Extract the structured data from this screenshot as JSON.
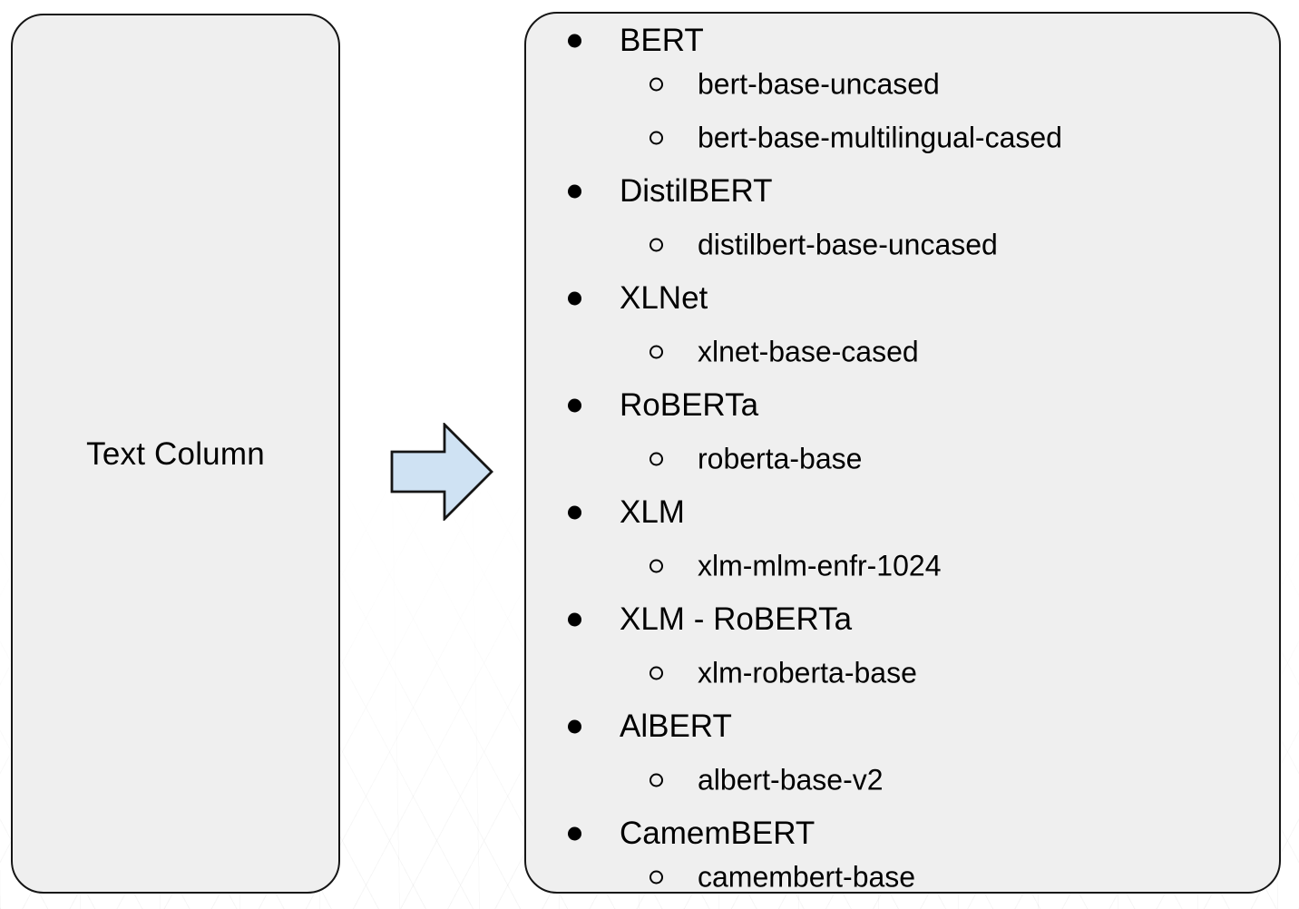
{
  "left_box": {
    "label": "Text Column"
  },
  "arrow": {
    "direction": "right",
    "fill_color": "#cfe2f3",
    "border_color": "#151515"
  },
  "right_box": {
    "groups": [
      {
        "label": "BERT",
        "children": [
          "bert-base-uncased",
          "bert-base-multilingual-cased"
        ]
      },
      {
        "label": "DistilBERT",
        "children": [
          "distilbert-base-uncased"
        ]
      },
      {
        "label": "XLNet",
        "children": [
          "xlnet-base-cased"
        ]
      },
      {
        "label": "RoBERTa",
        "children": [
          "roberta-base"
        ]
      },
      {
        "label": "XLM",
        "children": [
          "xlm-mlm-enfr-1024"
        ]
      },
      {
        "label": "XLM - RoBERTa",
        "children": [
          "xlm-roberta-base"
        ]
      },
      {
        "label": "AlBERT",
        "children": [
          "albert-base-v2"
        ]
      },
      {
        "label": "CamemBERT",
        "children": [
          "camembert-base"
        ]
      }
    ]
  },
  "colors": {
    "box_fill": "#efefef",
    "box_border": "#151515",
    "arrow_fill": "#cfe2f3",
    "background": "#ffffff"
  }
}
